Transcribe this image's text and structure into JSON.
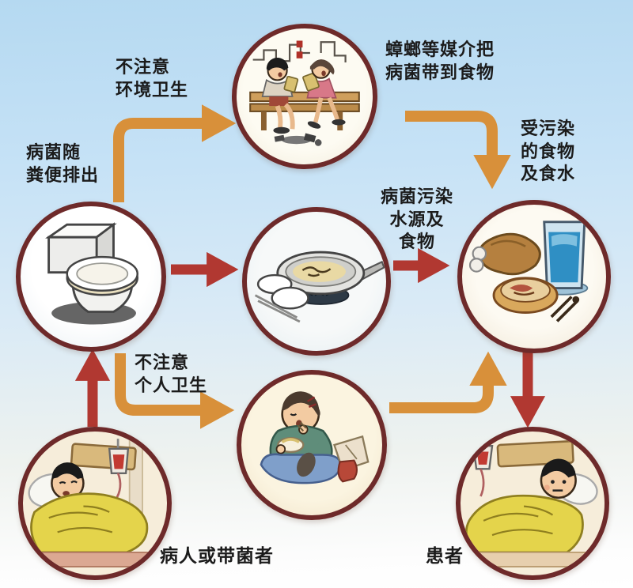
{
  "diagram": {
    "labels": {
      "env_hygiene": "不注意\n环境卫生",
      "germs_excreted": "病菌随\n粪便排出",
      "vectors_carry": "蟑螂等媒介把\n病菌带到食物",
      "contaminated_food_water": "受污染\n的食物\n及食水",
      "germs_pollute": "病菌污染\n水源及\n食物",
      "personal_hygiene": "不注意\n个人卫生",
      "patient_or_carrier": "病人或带菌者",
      "patient": "患者"
    },
    "nodes": [
      {
        "id": "bench-litter",
        "name": "people snacking and littering on a park bench"
      },
      {
        "id": "toilet",
        "name": "toilet"
      },
      {
        "id": "cooking-pan",
        "name": "wok of food on stove with bowls and chopsticks"
      },
      {
        "id": "food-water",
        "name": "roast chicken, bowl of food and glass of water"
      },
      {
        "id": "sick-person",
        "name": "sick person in bed with IV drip"
      },
      {
        "id": "eating-person",
        "name": "person eating with unwashed hands"
      },
      {
        "id": "patient",
        "name": "patient lying in bed with IV drip"
      }
    ]
  },
  "colors": {
    "circle_border": "#6e2a2a",
    "arrow_orange": "#d8903a",
    "arrow_red": "#b13831",
    "text": "#1b1b1b",
    "background_top": "#b5d9f1",
    "background_bottom": "#ffffff"
  }
}
